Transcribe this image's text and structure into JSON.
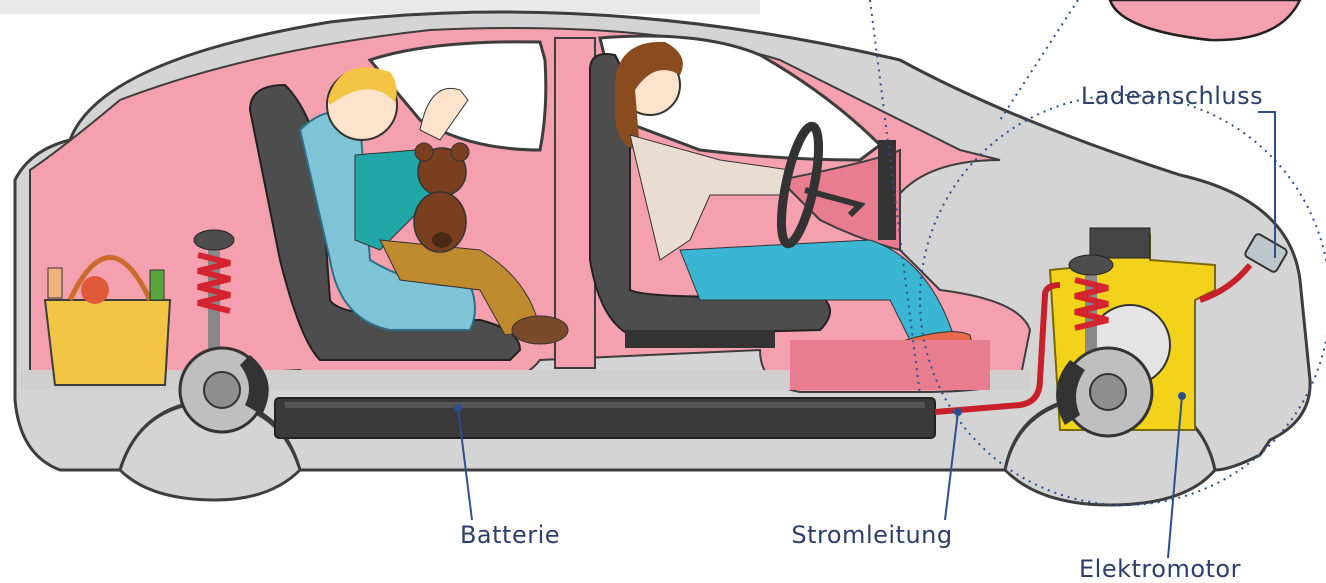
{
  "labels": {
    "charging_port": "Ladeanschluss",
    "battery": "Batterie",
    "power_line": "Stromleitung",
    "electric_motor": "Elektromotor"
  },
  "colors": {
    "interior": "#f4a0ae",
    "body": "#d4d4d4",
    "outline": "#3d3d3d",
    "label_text": "#2c3e6b",
    "leader_line": "#2d4f8e",
    "cable": "#c8202a",
    "motor": "#f3d21c"
  }
}
